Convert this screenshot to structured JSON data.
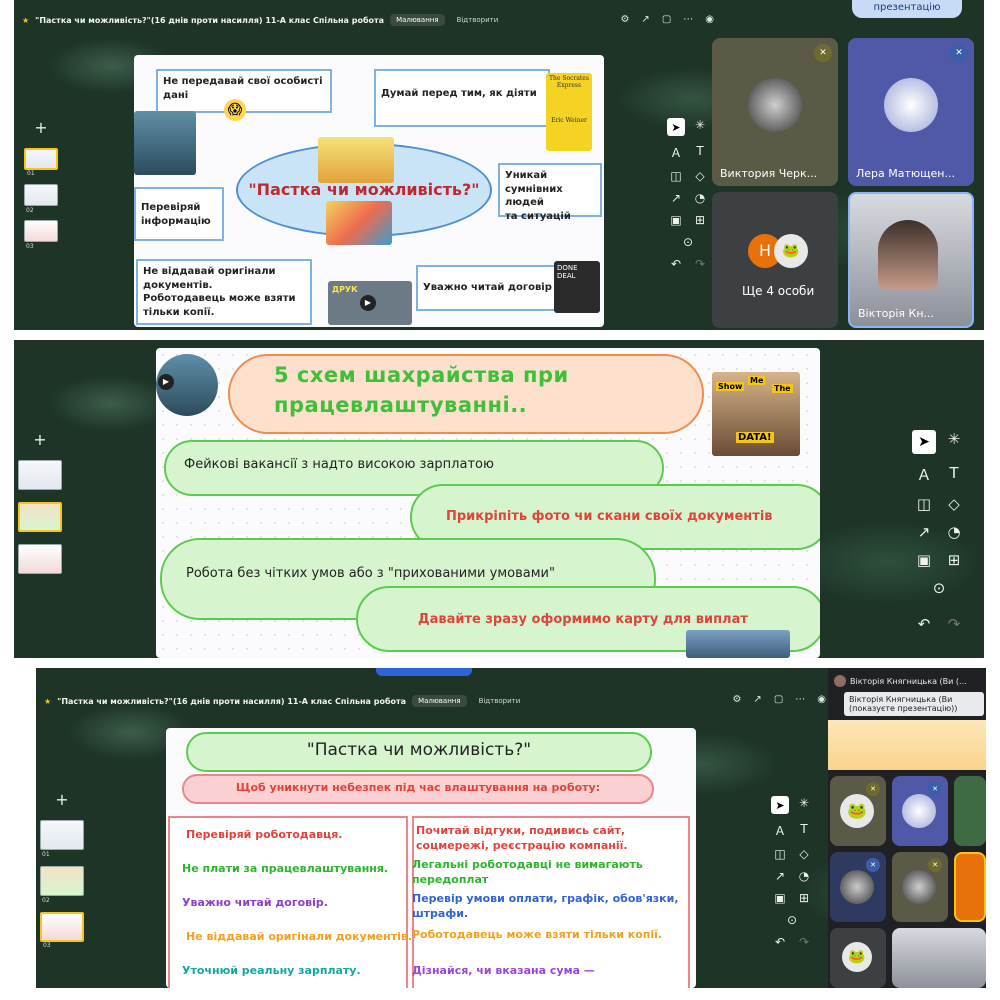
{
  "colors": {
    "accent_yellow": "#f5c518",
    "oval_fill": "#c9e4f7",
    "cloud_green": "#5ccb4e",
    "banner_orange": "#f08c4a",
    "red_text": "#e0443a"
  },
  "shot1": {
    "header": {
      "title": "\"Пастка чи можливість?\"(16 днів проти насилля) 11-А клас Спільна робота",
      "tag_drawing": "Малювання",
      "tag_open": "Відтворити",
      "present_button": "презентацію"
    },
    "rail": {
      "slides": [
        "01",
        "02",
        "03"
      ]
    },
    "mindmap": {
      "center": "\"Пастка чи можливість?\"",
      "box_personal": "Не передавай свої особисті дані",
      "box_think": "Думай перед тим, як діяти",
      "box_avoid_1": "Уникай сумнівних",
      "box_avoid_2": "людей",
      "box_avoid_3": "та ситуацій",
      "box_check_1": "Перевіряй",
      "box_check_2": "інформацію",
      "box_docs_1": "Не віддавай оригінали",
      "box_docs_2": "документів.",
      "box_docs_3": "Роботодавець може взяти",
      "box_docs_4": "тільки копії.",
      "box_contract": "Уважно читай договір",
      "book_title": "The Socrates Express",
      "book_author": "Eric Weiner",
      "done_deal": "DONE DEAL",
      "druk_label": "ДРУК"
    },
    "participants": [
      {
        "name": "Виктория Черк...",
        "muted": true
      },
      {
        "name": "Лера Матющен...",
        "muted": true
      },
      {
        "name": "Ще 4 особи",
        "initial": "H"
      },
      {
        "name": "Вікторія Кн..."
      }
    ]
  },
  "shot2": {
    "banner_line1": "5 схем шахрайства при",
    "banner_line2": "працевлаштуванні..",
    "meme_words": [
      "Show",
      "Me",
      "The",
      "DATA!"
    ],
    "clouds": [
      "Фейкові вакансії з надто високою зарплатою",
      "Прикріпіть фото чи скани своїх документів",
      "Робота без чітких умов або з \"прихованими умовами\"",
      "Давайте зразу оформимо карту для виплат"
    ]
  },
  "shot3": {
    "header": {
      "title": "\"Пастка чи можливість?\"(16 днів проти насилля) 11-А клас Спільна робота",
      "tag_drawing": "Малювання",
      "tag_open": "Відтворити"
    },
    "presenter_name": "Вікторія Княгницька (Ви (...",
    "tooltip": "Вікторія Княгницька (Ви (показуєте презентацію))",
    "slide_title": "\"Пастка чи можливість?\"",
    "subtitle": "Щоб уникнути небезпек під час влаштування на роботу:",
    "left_items": [
      "Перевіряй роботодавця.",
      "Не плати за працевлаштування.",
      "Уважно читай договір.",
      "Не віддавай оригінали документів.",
      "Уточнюй реальну зарплату."
    ],
    "right_items": [
      "Почитай відгуки, подивись сайт, соцмережі, реєстрацію компанії.",
      "Легальні роботодавці не вимагають передоплат",
      "Перевір умови оплати, графік, обов'язки, штрафи.",
      "Роботодавець може взяти тільки копії.",
      "Дізнайся, чи вказана сума —"
    ],
    "rail": {
      "slides": [
        "01",
        "02",
        "03"
      ]
    }
  }
}
